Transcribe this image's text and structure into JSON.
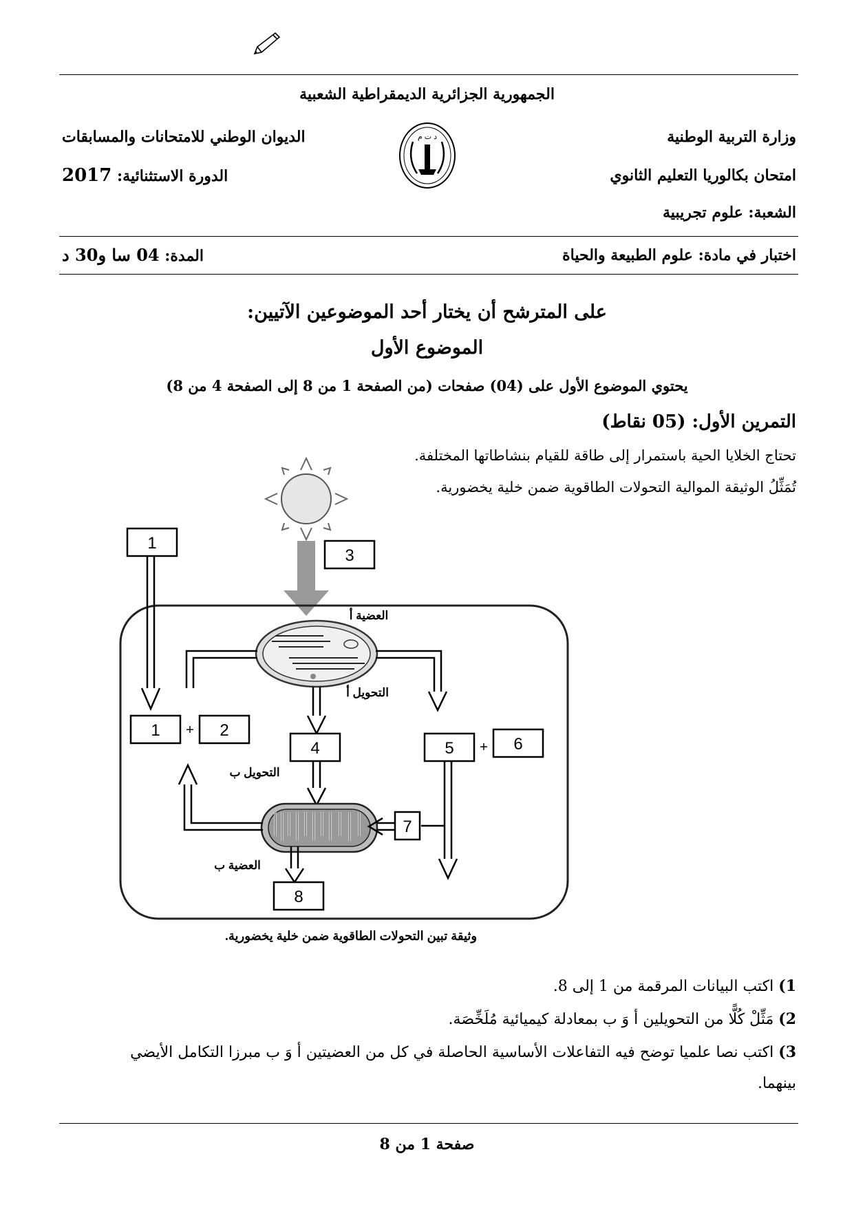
{
  "header": {
    "republic": "الجمهورية الجزائرية الديمقراطية الشعبية",
    "ministry": "وزارة التربية الوطنية",
    "office": "الديوان الوطني للامتحانات والمسابقات",
    "exam": "امتحان بكالوريا التعليم الثانوي",
    "session_label": "الدورة الاستثنائية:",
    "session_year": "2017",
    "branch": "الشعبة: علوم تجريبية",
    "subject": "اختبار في مادة: علوم الطبيعة والحياة",
    "duration_label": "المدة:",
    "duration_value": "04 سا و30 د",
    "seal_text": "د ت م"
  },
  "intro": {
    "choose": "على المترشح أن يختار أحد الموضوعين الآتيين:",
    "topic_title": "الموضوع الأول",
    "pages_note": "يحتوي الموضوع الأول على (04) صفحات (من الصفحة 1 من 8 إلى الصفحة 4 من 8)"
  },
  "exercise": {
    "title": "التمرين الأول: (05 نقاط)",
    "p1": "تحتاج الخلايا الحية باستمرار إلى طاقة للقيام بنشاطاتها المختلفة.",
    "p2": "تُمَثِّلُ الوثيقة الموالية التحولات الطاقوية ضمن خلية يخضورية."
  },
  "diagram": {
    "boxes": [
      "1",
      "3",
      "1",
      "2",
      "4",
      "5",
      "6",
      "7",
      "8"
    ],
    "plus": "+",
    "organelle_a": "العضية أ",
    "organelle_b": "العضية ب",
    "transform_a": "التحويل أ",
    "transform_b": "التحويل ب",
    "caption": "وثيقة تبين التحولات الطاقوية ضمن خلية يخضورية."
  },
  "questions": [
    {
      "num": "1)",
      "text": "اكتب البيانات المرقمة من 1 إلى 8."
    },
    {
      "num": "2)",
      "text": "مَثِّلْ كُلًّا من التحويلين أ وَ ب بمعادلة كيميائية مُلَخِّصَة."
    },
    {
      "num": "3)",
      "text": "اكتب نصا علميا توضح فيه التفاعلات الأساسية الحاصلة في كل من العضيتين أ وَ ب مبرزا التكامل الأيضي",
      "text2": "بينهما."
    }
  ],
  "footer": {
    "page": "صفحة 1 من 8"
  },
  "icons": [
    "pencil-icon",
    "ministry-seal-icon",
    "sun-icon"
  ]
}
